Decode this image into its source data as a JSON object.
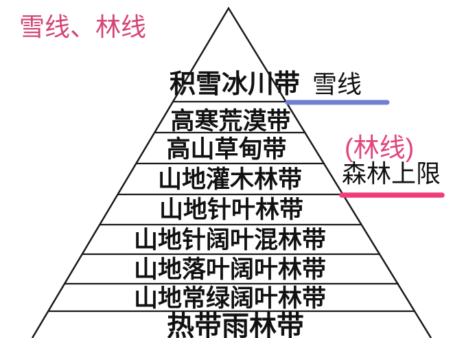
{
  "title": {
    "text": "雪线、林线",
    "color": "#d34577"
  },
  "pyramid": {
    "outline_color": "#1a1a1a",
    "bands": [
      {
        "label": "积雪冰川带"
      },
      {
        "label": "高寒荒漠带"
      },
      {
        "label": "高山草甸带"
      },
      {
        "label": "山地灌木林带"
      },
      {
        "label": "山地针叶林带"
      },
      {
        "label": "山地针阔叶混林带"
      },
      {
        "label": "山地落叶阔叶林带"
      },
      {
        "label": "山地常绿阔叶林带"
      },
      {
        "label": "热带雨林带"
      }
    ]
  },
  "annotations": {
    "snow_line": {
      "label": "雪线",
      "underline_color": "#7080d0"
    },
    "tree_line": {
      "label": "(林线)",
      "color": "#e0457e"
    },
    "forest_upper_limit": {
      "label": "森林上限",
      "underline_color": "#ef3d7c"
    }
  }
}
